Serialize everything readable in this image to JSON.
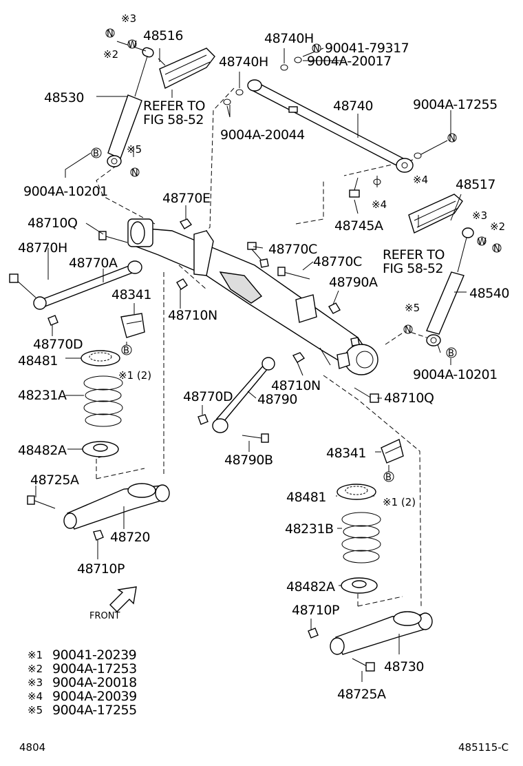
{
  "callouts": {
    "c48516": "48516",
    "c48530": "48530",
    "refer_left_1": "REFER TO",
    "refer_left_2": "FIG 58-52",
    "c90044_10201_l": "9004A-10201",
    "c48740h_a": "48740H",
    "c48740h_b": "48740H",
    "c90041_79317": "90041-79317",
    "c90044_20017": "9004A-20017",
    "c48740": "48740",
    "c90044_20044": "9004A-20044",
    "c90044_17255_t": "9004A-17255",
    "c48770e": "48770E",
    "c48710q_l": "48710Q",
    "c48770h": "48770H",
    "c48770a": "48770A",
    "c48770c_a": "48770C",
    "c48770c_b": "48770C",
    "c48745a": "48745A",
    "c48517": "48517",
    "refer_right_1": "REFER TO",
    "refer_right_2": "FIG 58-52",
    "c48540": "48540",
    "c48790a": "48790A",
    "c48341_l": "48341",
    "c48710n_a": "48710N",
    "c48770d_l": "48770D",
    "c48481_l": "48481",
    "c48231a_l": "48231A",
    "c90044_10201_r": "9004A-10201",
    "c48710n_b": "48710N",
    "c48710q_r": "48710Q",
    "c48770d_r": "48770D",
    "c48790": "48790",
    "c48482a_l": "48482A",
    "c48790b": "48790B",
    "c48341_r": "48341",
    "c48725a_l": "48725A",
    "c48481_r": "48481",
    "c48720": "48720",
    "c48231b": "48231B",
    "c48710p_l": "48710P",
    "c48482a_r": "48482A",
    "c48710p_r": "48710P",
    "c48730": "48730",
    "c48725a_r": "48725A"
  },
  "symbols": {
    "ref_x1_2_l": "※1 (2)",
    "ref_x1_2_r": "※1 (2)",
    "ref_x2_l": "※2",
    "ref_x3_l": "※3",
    "ref_x2_r": "※2",
    "ref_x3_r": "※3",
    "ref_x4_a": "※4",
    "ref_x4_b": "※4",
    "ref_x5_l": "※5",
    "ref_x5_r": "※5",
    "mark_n": "N",
    "mark_w": "W",
    "mark_b": "B"
  },
  "front_label": "FRONT",
  "legend": [
    {
      "mark": "※1",
      "part": "90041-20239"
    },
    {
      "mark": "※2",
      "part": "9004A-17253"
    },
    {
      "mark": "※3",
      "part": "9004A-20018"
    },
    {
      "mark": "※4",
      "part": "9004A-20039"
    },
    {
      "mark": "※5",
      "part": "9004A-17255"
    }
  ],
  "footer": {
    "page_code": "4804",
    "figure_code": "485115-C"
  }
}
